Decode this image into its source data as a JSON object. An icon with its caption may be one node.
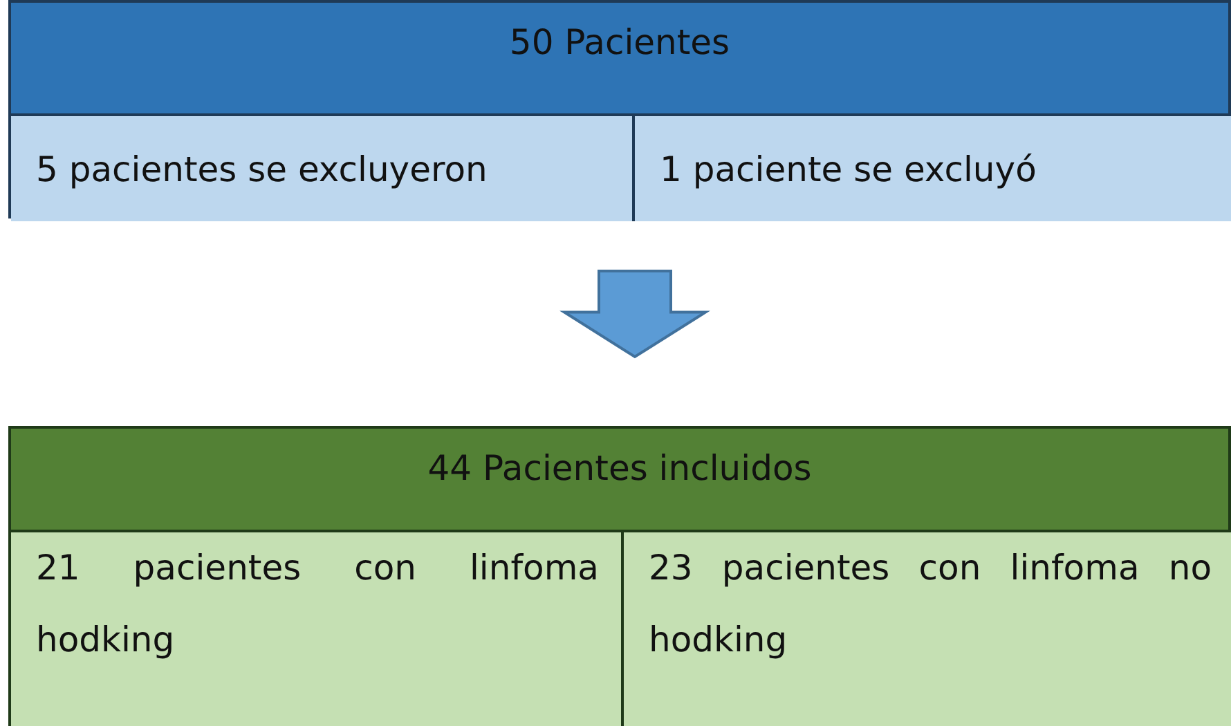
{
  "diagram": {
    "nodes": [
      {
        "text": [
          "50 Pacientes"
        ]
      },
      {
        "text": [
          "5 pacientes se excluyeron"
        ],
        "in": 0
      },
      {
        "text": [
          "1 paciente se excluyó"
        ],
        "in": 0
      },
      {
        "text": [
          "44 Pacientes incluidos"
        ]
      },
      {
        "text": [
          "21 pacientes con linfoma hodking"
        ],
        "in": 3
      },
      {
        "text": [
          "23 pacientes con linfoma no hodking"
        ],
        "in": 3
      }
    ],
    "edges": [
      {
        "from": 0,
        "to": 3,
        "arrow": "to",
        "style": "thick"
      }
    ]
  }
}
